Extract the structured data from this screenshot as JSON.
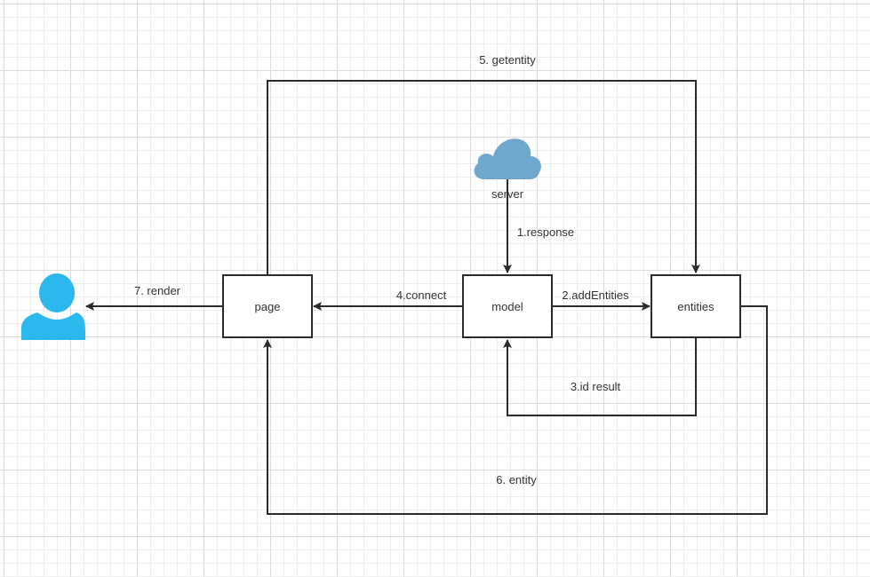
{
  "diagram": {
    "nodes": {
      "page": "page",
      "model": "model",
      "entities": "entities",
      "server": "server",
      "user": "user"
    },
    "edges": {
      "response": "1.response",
      "add_entities": "2.addEntities",
      "id_result": "3.id result",
      "connect": "4.connect",
      "getentity": "5. getentity",
      "entity": "6. entity",
      "render": "7. render"
    },
    "colors": {
      "line": "#2b2b2b",
      "cloud": "#6fa8cc",
      "user": "#2bb8ec"
    }
  }
}
